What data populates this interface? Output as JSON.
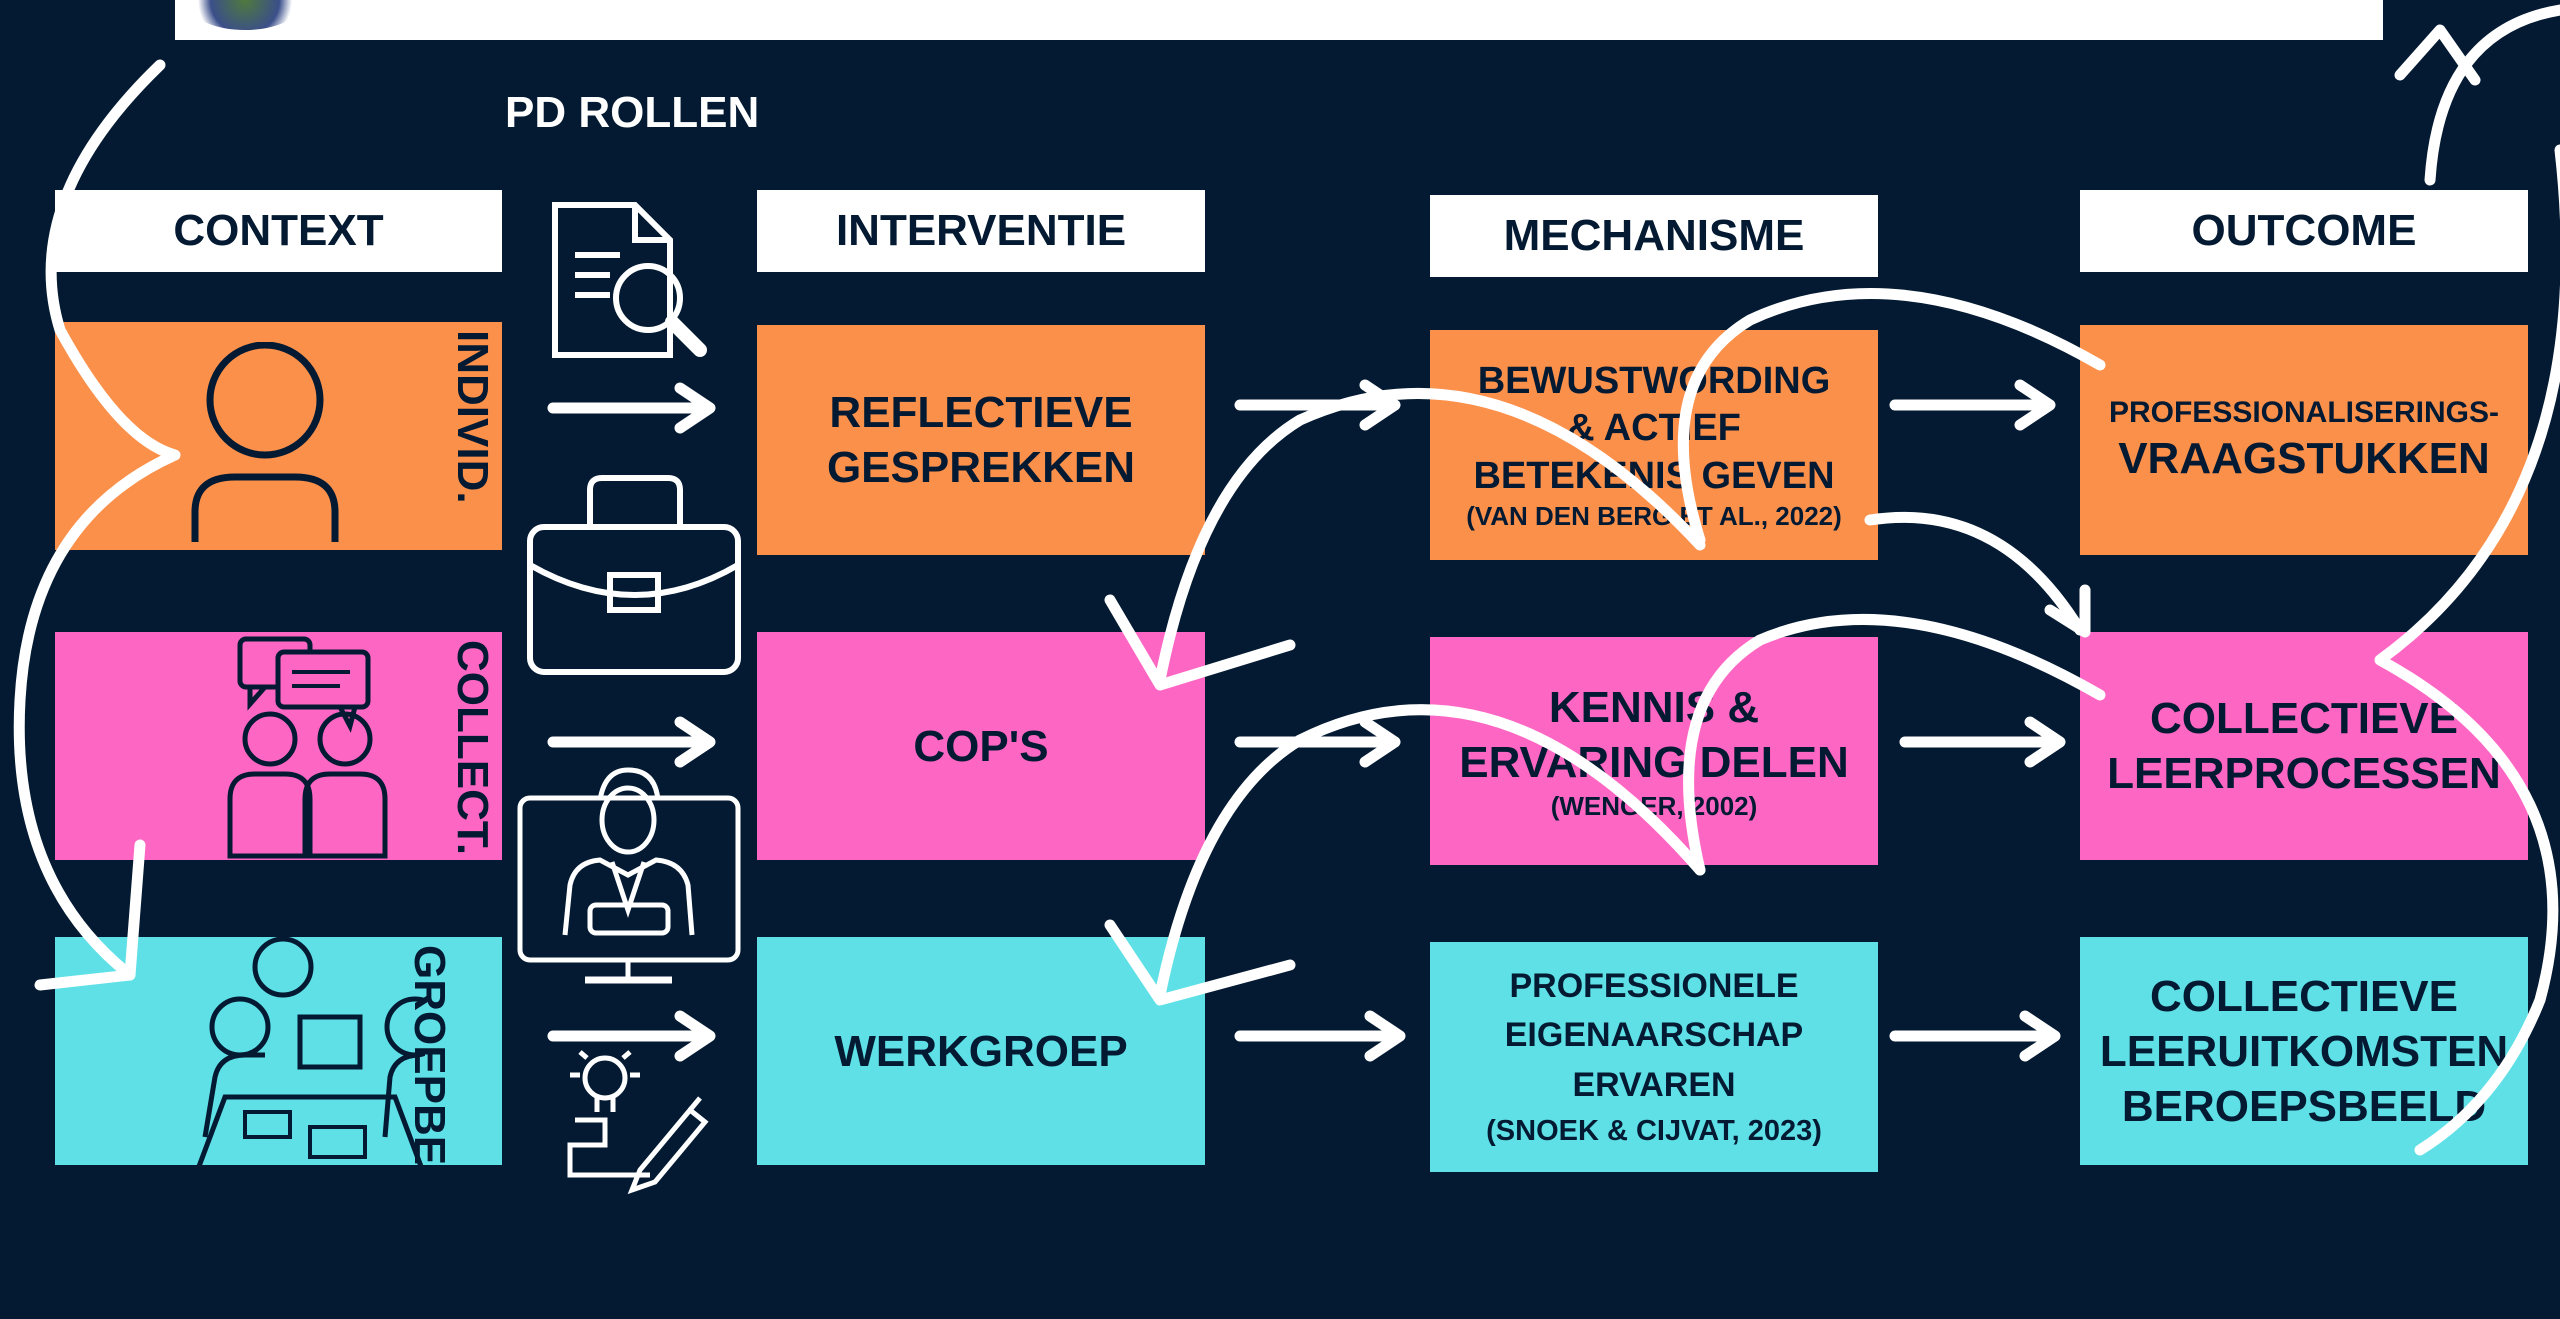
{
  "pd_title": "PD ROLLEN",
  "headers": {
    "context": "CONTEXT",
    "intervention": "INTERVENTIE",
    "mechanism": "MECHANISME",
    "outcome": "OUTCOME"
  },
  "context": {
    "individual": "INDIVID.",
    "collective": "COLLECT.",
    "professional_group_line1": "BEROEPS",
    "professional_group_line2": "GROEP"
  },
  "interventions": {
    "reflective_line1": "REFLECTIEVE",
    "reflective_line2": "GESPREKKEN",
    "cops": "COP'S",
    "workgroup": "WERKGROEP"
  },
  "mechanisms": {
    "awareness_line1": "BEWUSTWORDING",
    "awareness_line2": "& ACTIEF",
    "awareness_line3": "BETEKENIS GEVEN",
    "awareness_cite": "(VAN DEN BERG ET AL., 2022)",
    "knowledge_line1": "KENNIS &",
    "knowledge_line2": "ERVARING DELEN",
    "knowledge_cite": "(WENGER, 2002)",
    "ownership_line1": "PROFESSIONELE",
    "ownership_line2": "EIGENAARSCHAP",
    "ownership_line3": "ERVAREN",
    "ownership_cite": "(SNOEK & CIJVAT, 2023)"
  },
  "outcomes": {
    "questions_line1": "PROFESSIONALISERINGS-",
    "questions_line2": "VRAAGSTUKKEN",
    "collective_line1": "COLLECTIEVE",
    "collective_line2": "LEERPROCESSEN",
    "results_line1": "COLLECTIEVE",
    "results_line2": "LEERUITKOMSTEN",
    "results_line3": "BEROEPSBEELD"
  },
  "colors": {
    "background": "#031a32",
    "orange": "#fb904b",
    "pink": "#fe66c4",
    "cyan": "#5ee0e6"
  },
  "icons": [
    "person-icon",
    "conversation-icon",
    "meeting-table-icon",
    "document-search-icon",
    "briefcase-icon",
    "presenter-screen-icon",
    "idea-pencil-icon"
  ]
}
